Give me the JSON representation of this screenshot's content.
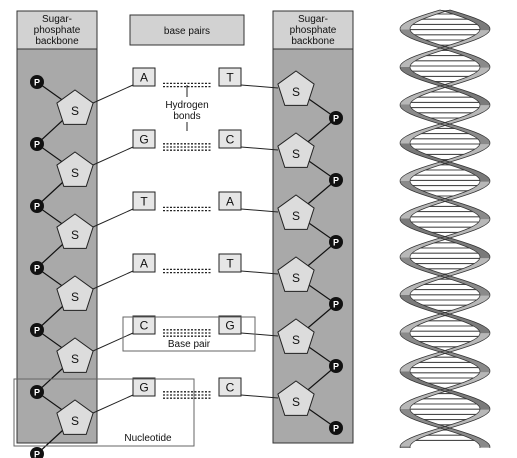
{
  "labels": {
    "left_backbone_line1": "Sugar-",
    "left_backbone_line2": "phosphate",
    "left_backbone_line3": "backbone",
    "right_backbone_line1": "Sugar-",
    "right_backbone_line2": "phosphate",
    "right_backbone_line3": "backbone",
    "base_pairs_header": "base pairs",
    "hydrogen_bonds_line1": "Hydrogen",
    "hydrogen_bonds_line2": "bonds",
    "base_pair_callout": "Base pair",
    "nucleotide_callout": "Nucleotide"
  },
  "symbols": {
    "sugar": "S",
    "phosphate": "P"
  },
  "pairs": [
    {
      "left": "A",
      "right": "T",
      "bonds": 2
    },
    {
      "left": "G",
      "right": "C",
      "bonds": 3
    },
    {
      "left": "T",
      "right": "A",
      "bonds": 2
    },
    {
      "left": "A",
      "right": "T",
      "bonds": 2
    },
    {
      "left": "C",
      "right": "G",
      "bonds": 3
    },
    {
      "left": "G",
      "right": "C",
      "bonds": 3
    }
  ],
  "colors": {
    "backbone_fill": "#a9a9a9",
    "header_fill": "#d2d2d2",
    "sugar_fill": "#dcdcdc",
    "base_fill": "#e6e6e6",
    "phosphate_fill": "#111111",
    "helix_dark": "#6e6e6e",
    "helix_light": "#c4c4c4"
  }
}
